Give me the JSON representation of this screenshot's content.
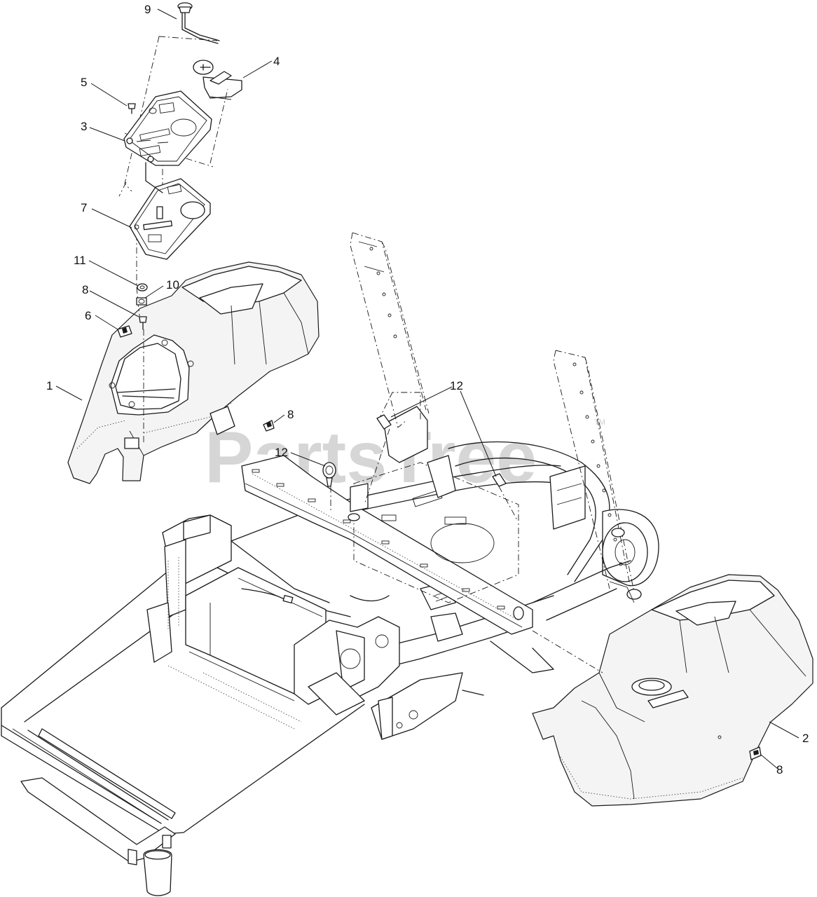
{
  "watermark": {
    "brand": "PartsTree",
    "trademark": "TM"
  },
  "callouts": [
    "9",
    "4",
    "5",
    "3",
    "7",
    "11",
    "10",
    "8",
    "6",
    "1",
    "12",
    "8",
    "12",
    "2",
    "8"
  ]
}
